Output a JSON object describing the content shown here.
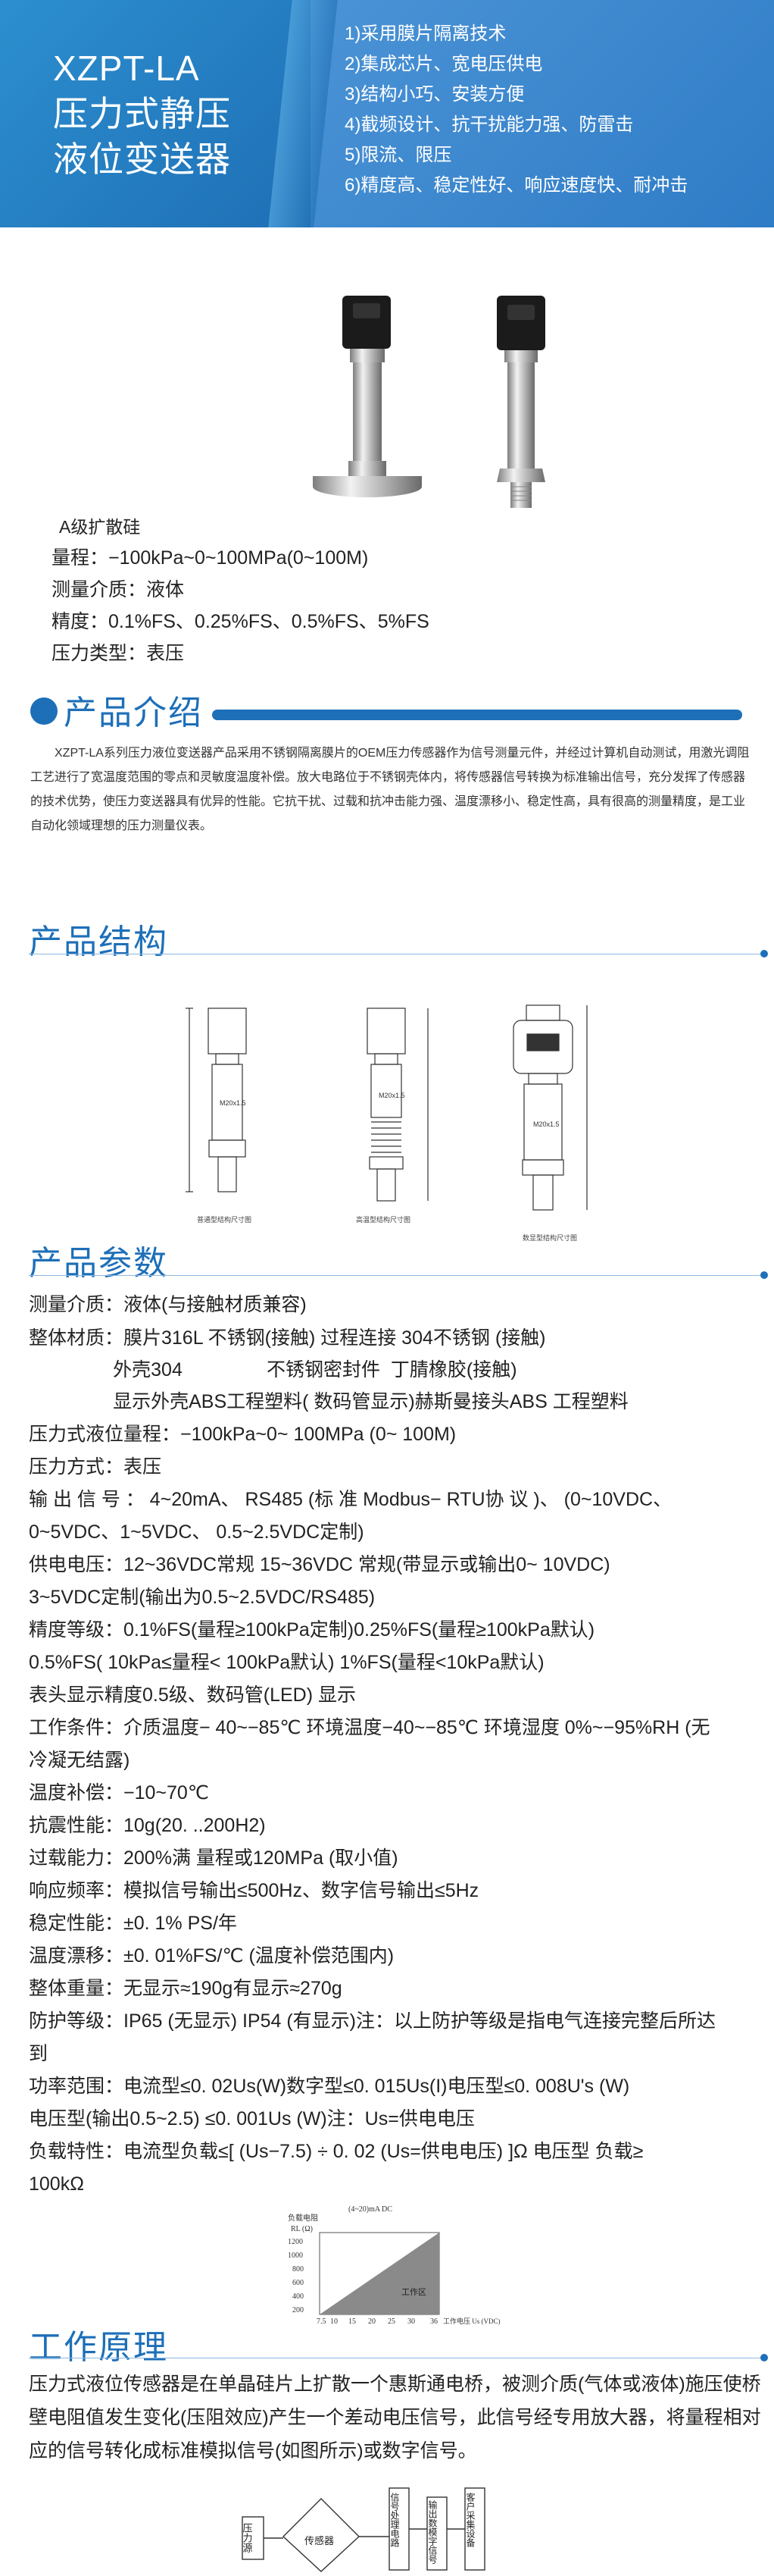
{
  "header": {
    "title_line1": "XZPT-LA",
    "title_line2": "压力式静压",
    "title_line3": "液位变送器",
    "features": [
      "1)采用膜片隔离技术",
      "2)集成芯片、宽电压供电",
      "3)结构小巧、安装方便",
      "4)截频设计、抗干扰能力强、防雷击",
      "5)限流、限压",
      "6)精度高、稳定性好、响应速度快、耐冲击"
    ]
  },
  "product_specs": {
    "type": "A级扩散硅",
    "range": "量程：−100kPa~0~100MPa(0~100M)",
    "medium": "测量介质：液体",
    "accuracy": "精度：0.1%FS、0.25%FS、0.5%FS、5%FS",
    "pressure_type": "压力类型：表压"
  },
  "intro": {
    "title": "产品介绍",
    "text": "XZPT-LA系列压力液位变送器产品采用不锈钢隔离膜片的OEM压力传感器作为信号测量元件，并经过计算机自动测试，用激光调阻工艺进行了宽温度范围的零点和灵敏度温度补偿。放大电路位于不锈钢壳体内，将传感器信号转换为标准输出信号，充分发挥了传感器的技术优势，使压力变送器具有优异的性能。它抗干扰、过载和抗冲击能力强、温度漂移小、稳定性高，具有很高的测量精度，是工业自动化领域理想的压力测量仪表。"
  },
  "structure": {
    "title": "产品结构",
    "captions": [
      "普通型结构尺寸图",
      "高温型结构尺寸图",
      "数显型结构尺寸图"
    ],
    "labels": [
      "M20x1.5",
      "M20x1.5",
      "M20x1.5"
    ]
  },
  "params": {
    "title": "产品参数",
    "rows": [
      "测量介质：液体(与接触材质兼容)",
      "整体材质：膜片316L        不锈钢(接触)     过程连接    304不锈钢 (接触)",
      "                外壳304                不锈钢密封件  丁腈橡胶(接触)",
      "                显示外壳ABS工程塑料( 数码管显示)赫斯曼接头ABS 工程塑料",
      "压力式液位量程：−100kPa~0~ 100MPa (0~ 100M)",
      "压力方式：表压",
      "输 出 信 号 ：  4~20mA、   RS485 (标 准 Modbus− RTU协 议 )、 (0~10VDC、",
      "0~5VDC、1~5VDC、 0.5~2.5VDC定制)",
      "供电电压：12~36VDC常规 15~36VDC 常规(带显示或输出0~ 10VDC)",
      "3~5VDC定制(输出为0.5~2.5VDC/RS485)",
      "精度等级：0.1%FS(量程≥100kPa定制)0.25%FS(量程≥100kPa默认)",
      "0.5%FS( 10kPa≤量程< 100kPa默认) 1%FS(量程<10kPa默认)",
      "表头显示精度0.5级、数码管(LED) 显示",
      "工作条件：介质温度− 40~−85℃ 环境温度−40~−85℃ 环境湿度 0%~−95%RH (无",
      "冷凝无结露)",
      "温度补偿：−10~70℃",
      "抗震性能：10g(20. ..200H2)",
      "过载能力：200%满 量程或120MPa (取小值)",
      "响应频率：模拟信号输出≤500Hz、数字信号输出≤5Hz",
      "稳定性能：±0. 1% PS/年",
      "温度漂移：±0. 01%FS/℃ (温度补偿范围内)",
      "整体重量：无显示≈190g有显示≈270g",
      "防护等级：IP65 (无显示) IP54 (有显示)注：以上防护等级是指电气连接完整后所达",
      "到",
      "功率范围：电流型≤0. 02Us(W)数字型≤0. 015Us(I)电压型≤0. 008U's (W)",
      "电压型(输出0.5~2.5) ≤0. 001Us (W)注：Us=供电电压",
      "负载特性：电流型负载≤[ (Us−7.5) ÷ 0. 02 (Us=供电电压) ]Ω 电压型 负载≥",
      "100kΩ"
    ]
  },
  "load_chart": {
    "header": "(4~20)mA  DC",
    "ylabel": "负载电阻",
    "yunit": "RL (Ω)",
    "yticks": [
      "1200",
      "1000",
      "800",
      "600",
      "400",
      "200"
    ],
    "xticks": [
      "7.5",
      "10",
      "15",
      "20",
      "25",
      "30",
      "36"
    ],
    "xlabel": "工作电压 Us (VDC)",
    "region_label": "工作区"
  },
  "principle": {
    "title": "工作原理",
    "text": "压力式液位传感器是在单晶硅片上扩散一个惠斯通电桥，被测介质(气体或液体)施压使桥壁电阻值发生变化(压阻效应)产生一个差动电压信号，此信号经专用放大器，将量程相对应的信号转化成标准模拟信号(如图所示)或数字信号。"
  },
  "block_diagram": {
    "pressure_source": "压力源",
    "sensor": "传感器",
    "processing": "信号处理电路",
    "output": "输出数模字信号",
    "customer": "客户采集设备"
  }
}
